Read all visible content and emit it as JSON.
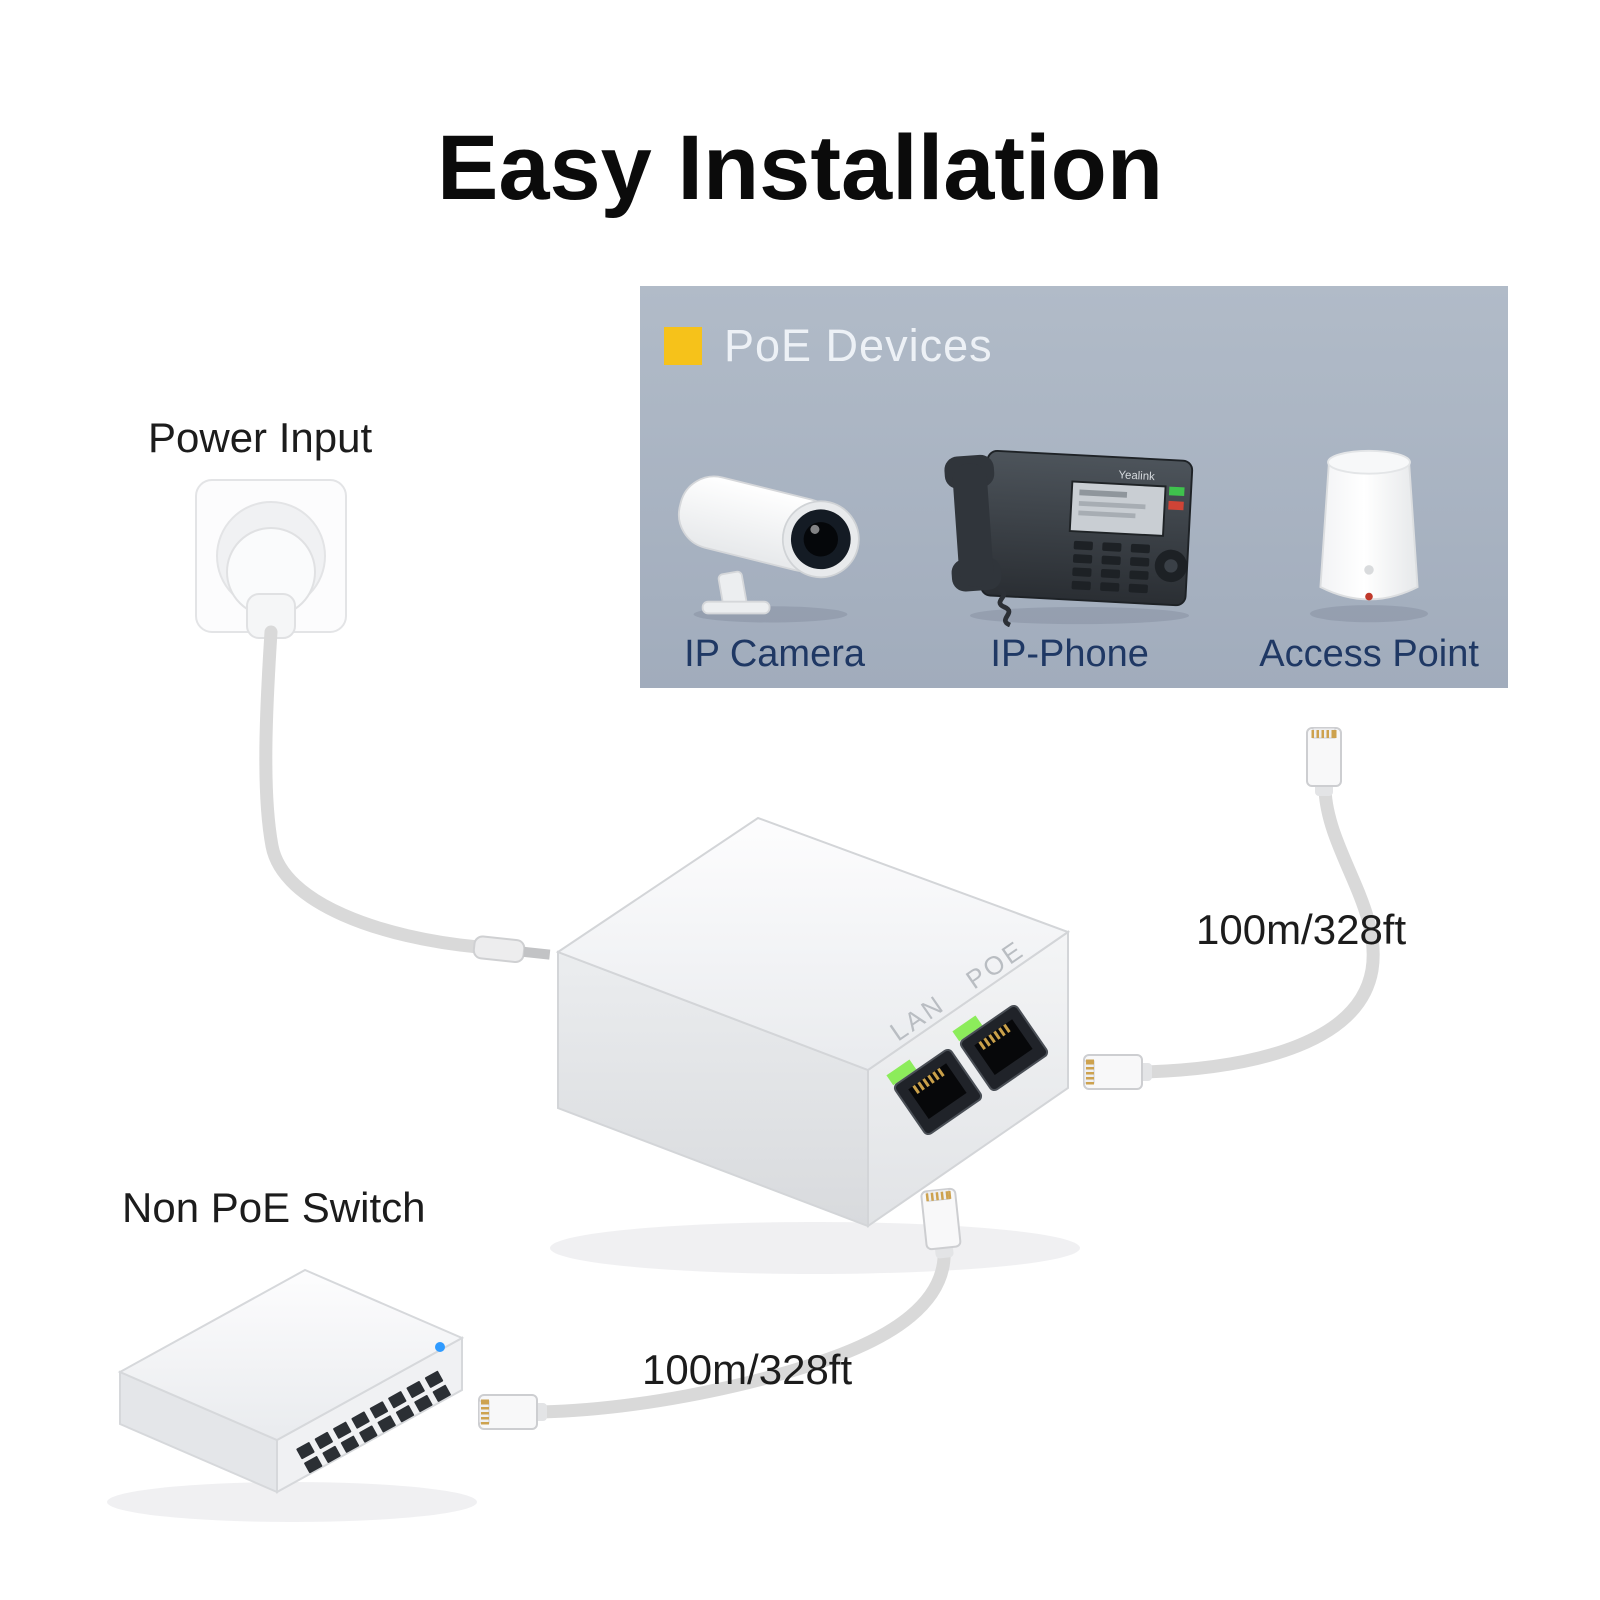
{
  "title": "Easy Installation",
  "poe_panel": {
    "header": "PoE Devices",
    "devices": [
      {
        "name": "ip-camera",
        "label": "IP Camera"
      },
      {
        "name": "ip-phone",
        "label": "IP-Phone",
        "brand": "Yealink"
      },
      {
        "name": "access-point",
        "label": "Access Point"
      }
    ]
  },
  "annotations": {
    "power_input": "Power Input",
    "non_poe_switch": "Non PoE Switch",
    "cable_right_length": "100m/328ft",
    "cable_bottom_length": "100m/328ft"
  },
  "injector": {
    "lan_port_label": "LAN",
    "poe_port_label": "POE"
  },
  "colors": {
    "panel_background": "#a9b3c2",
    "panel_accent_yellow": "#f6c21a",
    "device_label_color": "#1f3864",
    "cable_color": "#d9d9d9",
    "port_led_green": "#8cec5b",
    "switch_led_blue": "#2f9bff"
  }
}
